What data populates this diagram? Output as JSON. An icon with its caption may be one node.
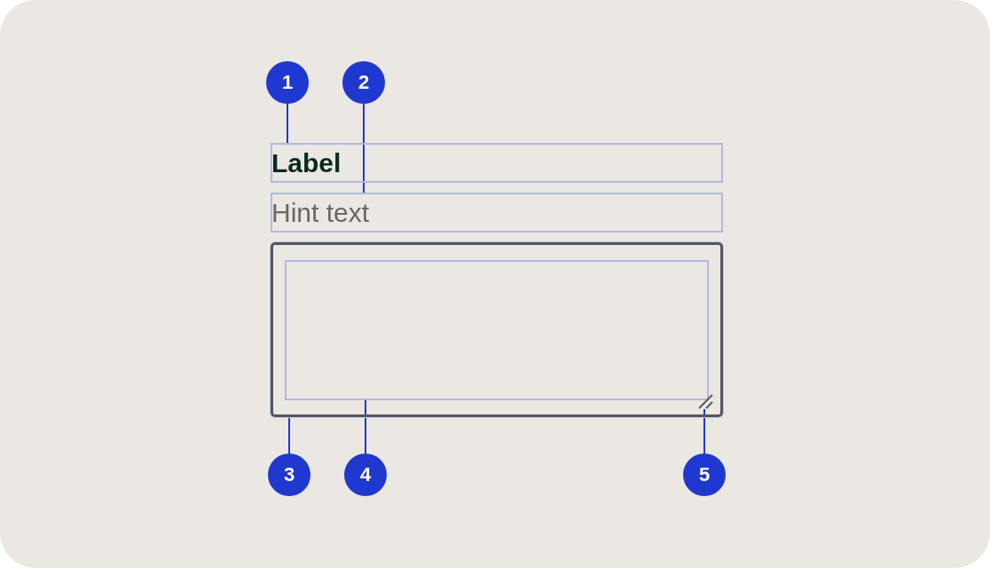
{
  "diagram": {
    "nodes": [
      {
        "text": [
          "1"
        ]
      },
      {
        "text": [
          "2"
        ]
      },
      {
        "text": [
          "Label"
        ]
      },
      {
        "text": [
          "Hint text"
        ]
      },
      {
        "text": [],
        "shape": "box"
      },
      {
        "text": [],
        "shape": "box",
        "in": 4
      },
      {
        "text": [],
        "shape": "handle",
        "in": 4
      },
      {
        "text": [
          "3"
        ]
      },
      {
        "text": [
          "4"
        ]
      },
      {
        "text": [
          "5"
        ]
      }
    ],
    "edges": [
      {
        "from": 0,
        "to": 2,
        "arrow": "none"
      },
      {
        "from": 1,
        "to": 3,
        "arrow": "none"
      },
      {
        "from": 7,
        "to": 4,
        "arrow": "none"
      },
      {
        "from": 8,
        "to": 5,
        "arrow": "none"
      },
      {
        "from": 9,
        "to": 6,
        "arrow": "none"
      }
    ]
  }
}
